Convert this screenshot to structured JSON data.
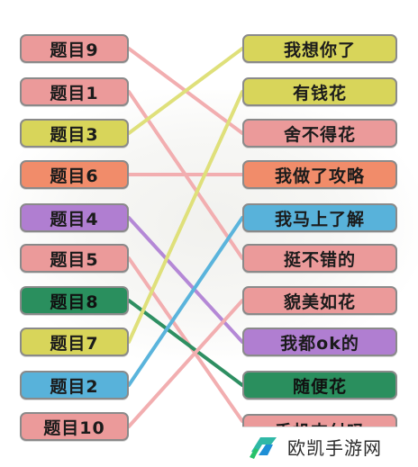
{
  "colors": {
    "pink": "#eb9a9a",
    "yellow": "#d8d55a",
    "orange": "#f18c6a",
    "purple": "#b07ed1",
    "green": "#2a8f5e",
    "blue": "#58b2da",
    "line_pink": "#f2aeb0",
    "line_yellow": "#dfe07a",
    "line_purple": "#b488d6",
    "line_green": "#2e8f62",
    "line_blue": "#5ab4dc"
  },
  "left_items": [
    {
      "label": "题目9",
      "color": "pink"
    },
    {
      "label": "题目1",
      "color": "pink"
    },
    {
      "label": "题目3",
      "color": "yellow"
    },
    {
      "label": "题目6",
      "color": "orange"
    },
    {
      "label": "题目4",
      "color": "purple"
    },
    {
      "label": "题目5",
      "color": "pink"
    },
    {
      "label": "题目8",
      "color": "green"
    },
    {
      "label": "题目7",
      "color": "yellow"
    },
    {
      "label": "题目2",
      "color": "blue"
    },
    {
      "label": "题目10",
      "color": "pink"
    }
  ],
  "right_items": [
    {
      "label": "我想你了",
      "color": "yellow"
    },
    {
      "label": "有钱花",
      "color": "yellow"
    },
    {
      "label": "舍不得花",
      "color": "pink"
    },
    {
      "label": "我做了攻略",
      "color": "orange"
    },
    {
      "label": "我马上了解",
      "color": "blue"
    },
    {
      "label": "挺不错的",
      "color": "pink"
    },
    {
      "label": "貌美如花",
      "color": "pink"
    },
    {
      "label": "我都ok的",
      "color": "purple"
    },
    {
      "label": "随便花",
      "color": "green"
    },
    {
      "label": "手机支付吗",
      "color": "pink",
      "partial": true
    }
  ],
  "connections": [
    {
      "from": "题目9",
      "to": "舍不得花",
      "color": "line_pink"
    },
    {
      "from": "题目1",
      "to": "挺不错的",
      "color": "line_pink"
    },
    {
      "from": "题目3",
      "to": "我想你了",
      "color": "line_yellow"
    },
    {
      "from": "题目6",
      "to": "我做了攻略",
      "color": "line_pink"
    },
    {
      "from": "题目4",
      "to": "我都ok的",
      "color": "line_purple"
    },
    {
      "from": "题目5",
      "to": "手机支付吗",
      "color": "line_pink"
    },
    {
      "from": "题目8",
      "to": "随便花",
      "color": "line_green"
    },
    {
      "from": "题目7",
      "to": "有钱花",
      "color": "line_yellow"
    },
    {
      "from": "题目2",
      "to": "我马上了解",
      "color": "line_blue"
    },
    {
      "from": "题目10",
      "to": "貌美如花",
      "color": "line_pink"
    }
  ],
  "watermark": {
    "text": "欧凯手游网",
    "icon": "okhand-logo-icon"
  }
}
